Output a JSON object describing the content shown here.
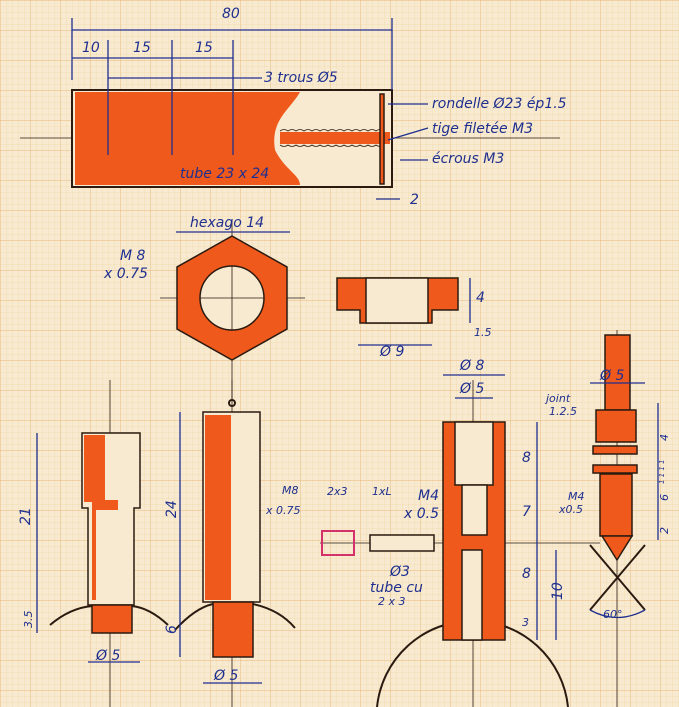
{
  "top_view": {
    "overall_length": "80",
    "dim_1": "10",
    "dim_2": "15",
    "dim_3": "15",
    "holes": "3 trous Ø5",
    "tube": "tube 23 x 24",
    "washer": "rondelle Ø23 ép1.5",
    "rod": "tige filetée M3",
    "nuts": "écrous M3",
    "gap": "2"
  },
  "hex_nut": {
    "hex_label": "hexago 14",
    "thread_1": "M 8",
    "thread_2": "x 0.75",
    "height": "4",
    "flange": "1.5",
    "diameter": "Ø 9"
  },
  "part_a": {
    "length": "21",
    "base": "3.5",
    "diameter": "Ø 5"
  },
  "part_b": {
    "length": "24",
    "base": "6",
    "thread_1": "M8",
    "thread_2": "x 0.75",
    "diameter": "Ø 5"
  },
  "part_c": {
    "outer_dia": "Ø 8",
    "inner_dia": "Ø 5",
    "d1": "8",
    "d2": "7",
    "d3": "8",
    "d4": "10",
    "d5": "3",
    "thread_1": "M4",
    "thread_2": "x 0.5",
    "pin_a": "2x3",
    "pin_b": "1xL",
    "tube_dia": "Ø3",
    "tube_1": "tube cu",
    "tube_2": "2 x 3"
  },
  "part_d": {
    "diameter": "Ø 5",
    "joint_1": "joint",
    "joint_2": "1.2.5",
    "d1": "4",
    "d_small": "1 1 1 1",
    "d2": "6",
    "d3": "2",
    "thread_1": "M4",
    "thread_2": "x0.5",
    "angle": "60°"
  }
}
